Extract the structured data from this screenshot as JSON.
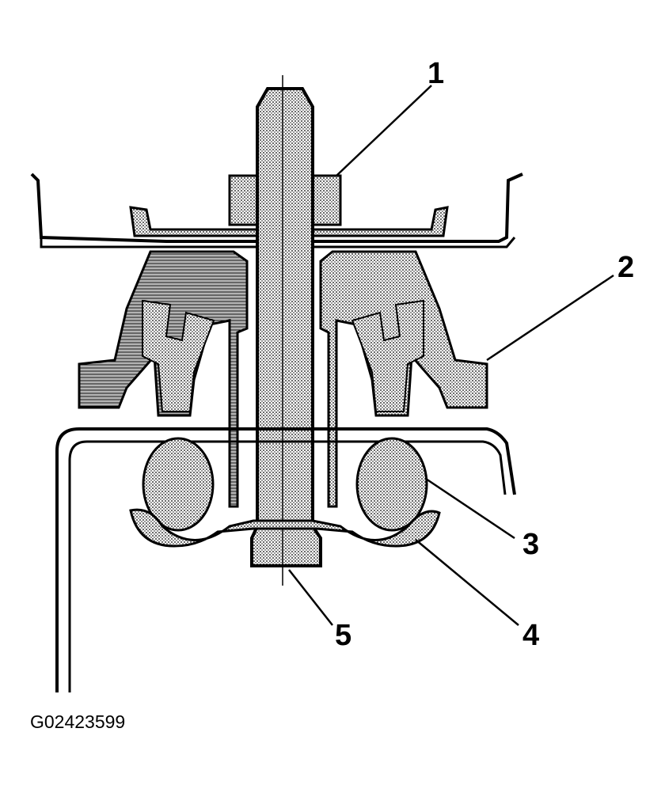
{
  "diagram": {
    "callouts": [
      {
        "id": "1",
        "label": "1"
      },
      {
        "id": "2",
        "label": "2"
      },
      {
        "id": "3",
        "label": "3"
      },
      {
        "id": "4",
        "label": "4"
      },
      {
        "id": "5",
        "label": "5"
      }
    ],
    "figure_code": "G02423599"
  },
  "colors": {
    "ink": "#000000",
    "paper": "#ffffff",
    "shading": "#bdbdbd"
  }
}
